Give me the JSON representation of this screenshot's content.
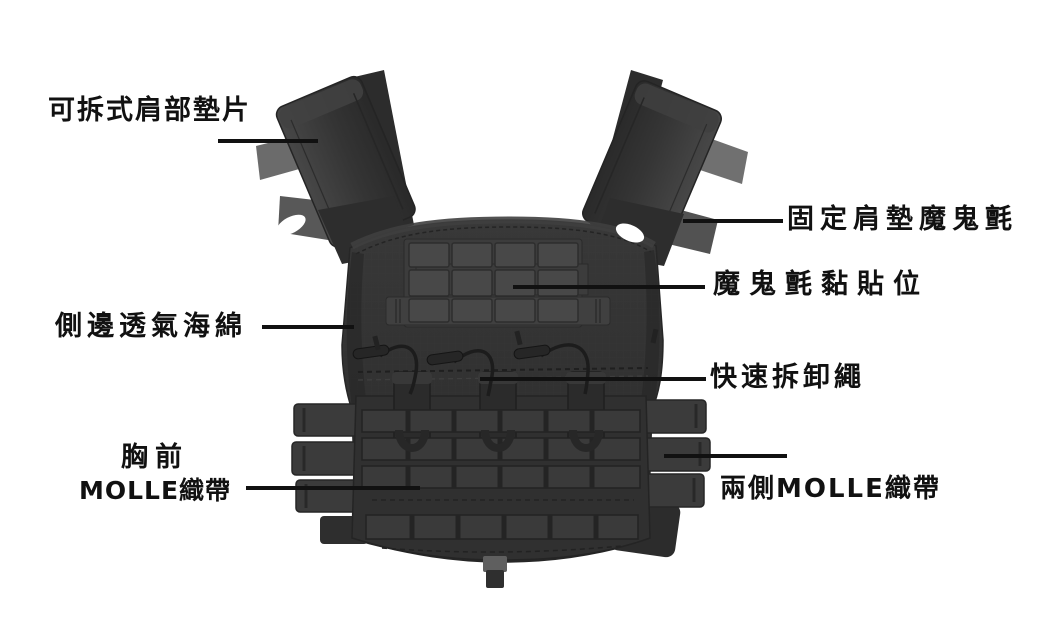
{
  "diagram_subject": "plate-carrier-vest",
  "labels": {
    "removable_shoulder_pad": "可拆式肩部墊片",
    "shoulder_pad_velcro": "固定肩墊魔鬼氈",
    "velcro_patch_area": "魔鬼氈黏貼位",
    "side_breathable_foam": "側邊透氣海綿",
    "quick_release_cord": "快速拆卸繩",
    "chest_molle_line1": "胸前",
    "chest_molle_line2": "MOLLE織帶",
    "side_molle": "兩側MOLLE織帶"
  },
  "colors": {
    "background": "#ffffff",
    "label_text": "#111111",
    "leader_line": "#111111",
    "vest_dark": "#2b2b2b",
    "vest_mid": "#333333",
    "vest_panel": "#3c3c3c",
    "vest_tab_light": "#6b6b6b"
  }
}
